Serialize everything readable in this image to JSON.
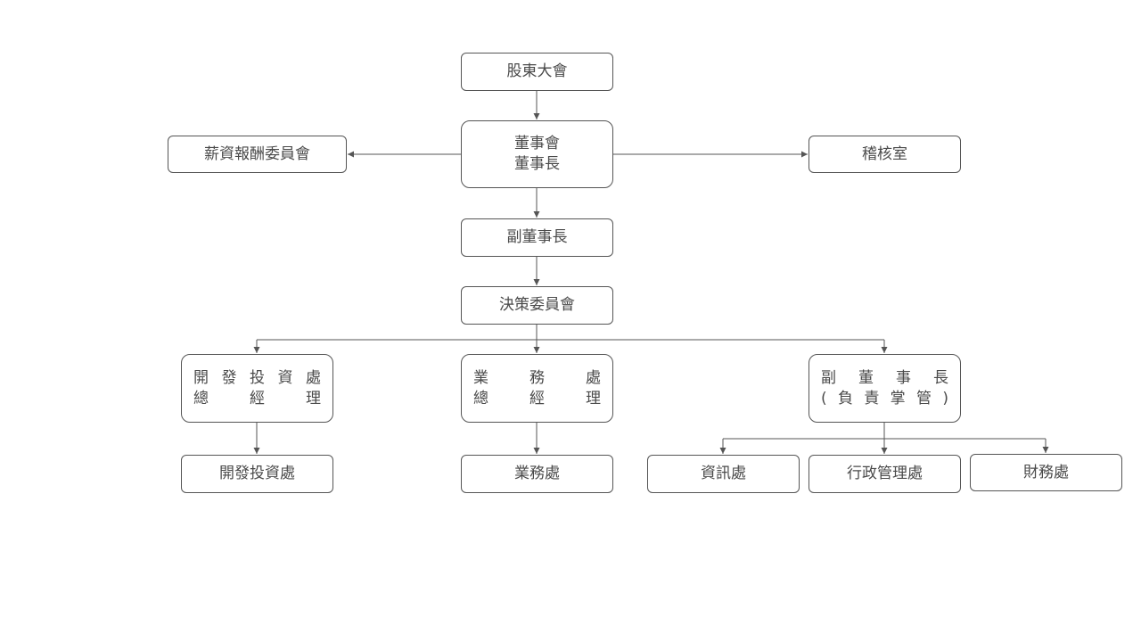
{
  "colors": {
    "line": "#555555",
    "text": "#4a4a4a",
    "background": "#ffffff"
  },
  "org_chart": {
    "shareholders_meeting": "股東大會",
    "board": {
      "line1": "董事會",
      "line2": "董事長"
    },
    "compensation_committee": "薪資報酬委員會",
    "audit_office": "稽核室",
    "vice_chairman": "副董事長",
    "decision_committee": "決策委員會",
    "dev_invest_gm": {
      "line1": [
        "開",
        "發",
        "投",
        "資",
        "處"
      ],
      "line2": [
        "總",
        "經",
        "理"
      ]
    },
    "business_gm": {
      "line1": [
        "業",
        "務",
        "處"
      ],
      "line2": [
        "總",
        "經",
        "理"
      ]
    },
    "vice_chairman_in_charge": {
      "line1": [
        "副",
        "董",
        "事",
        "長"
      ],
      "line2": [
        "(",
        "負",
        "責",
        "掌",
        "管",
        ")"
      ]
    },
    "dev_invest_dept": "開發投資處",
    "business_dept": "業務處",
    "it_dept": "資訊處",
    "admin_dept": "行政管理處",
    "finance_dept": "財務處"
  }
}
